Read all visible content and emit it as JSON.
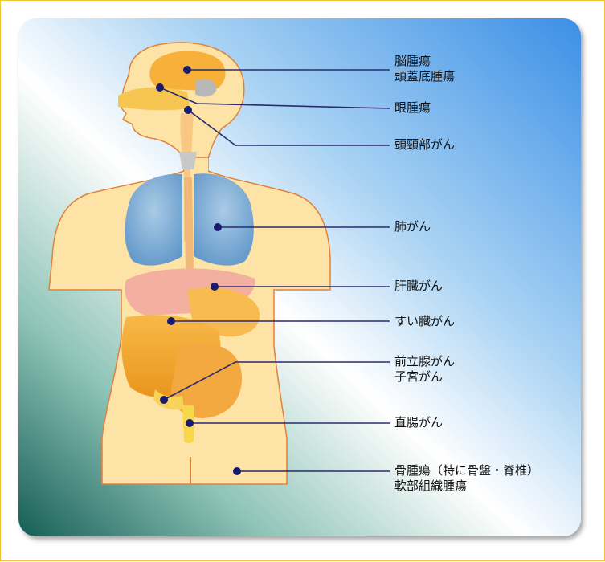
{
  "labels": [
    {
      "lines": [
        "脳腫瘍",
        "頭蓋底腫瘍"
      ]
    },
    {
      "lines": [
        "眼腫瘍"
      ]
    },
    {
      "lines": [
        "頭頸部がん"
      ]
    },
    {
      "lines": [
        "肺がん"
      ]
    },
    {
      "lines": [
        "肝臓がん"
      ]
    },
    {
      "lines": [
        "すい臓がん"
      ]
    },
    {
      "lines": [
        "前立腺がん",
        "子宮がん"
      ]
    },
    {
      "lines": [
        "直腸がん"
      ]
    },
    {
      "lines": [
        "骨腫瘍（特に骨盤・脊椎）",
        "軟部組織腫瘍"
      ]
    }
  ],
  "colors": {
    "frame_border": "#f2c230",
    "leader_line": "#2a2a6e",
    "marker_dot": "#1a1a6e",
    "skin": "#fde3a6",
    "lungs": "#8fb8d9",
    "liver": "#f3b3a2",
    "stomach": "#f6b23f",
    "background_blue": "#4a9be8",
    "background_teal": "#1f7468"
  }
}
